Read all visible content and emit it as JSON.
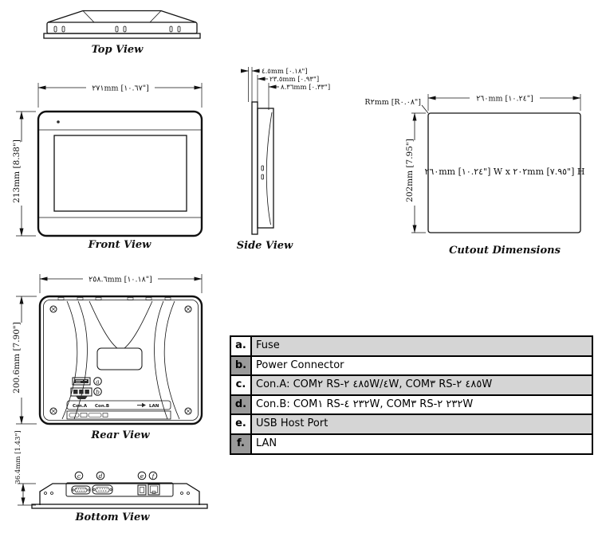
{
  "views": {
    "top": {
      "label": "Top View"
    },
    "front": {
      "label": "Front View",
      "width_dim": "٢٧١mm [١٠.٦٧\"]",
      "height_dim": "213mm [8.38\"]"
    },
    "side": {
      "label": "Side View",
      "dim1": "٤.٥mm [٠.١٨\"]",
      "dim2": "٢٣.٥mm [٠.٩٣\"]",
      "dim3": "٨.٣٦mm [٠.٣٣\"]"
    },
    "cutout": {
      "label": "Cutout Dimensions",
      "width_dim": "٢٦٠mm [١٠.٢٤\"]",
      "height_dim": "202mm [7.95\"]",
      "radius_dim": "R٢mm [R٠.٠٨\"]",
      "center_text": "٢٦٠mm [١٠.٢٤\"] W x ٢٠٢mm [٧.٩٥\"] H"
    },
    "rear": {
      "label": "Rear View",
      "width_dim": "٢٥٨.٦mm [١٠.١٨\"]",
      "height_dim": "200.6mm [7.90\"]",
      "callout_a": "a",
      "callout_b": "b",
      "port_strip": {
        "con_a": "Con.A",
        "con_b": "Con.B",
        "lan": "LAN"
      }
    },
    "bottom": {
      "label": "Bottom View",
      "height_dim": "36.4mm [1.43\"]",
      "callout_c": "c",
      "callout_d": "d",
      "callout_e": "e",
      "callout_f": "f"
    }
  },
  "legend": {
    "rows": [
      {
        "key": "a.",
        "label": "Fuse"
      },
      {
        "key": "b.",
        "label": "Power Connector"
      },
      {
        "key": "c.",
        "label": "Con.A: COM٢ RS-٤٨٥ ٢W/٤W, COM٣ RS-٤٨٥ ٢W"
      },
      {
        "key": "d.",
        "label": "Con.B: COM١ RS-٢٣٢ ٤W, COM٣ RS-٢٣٢ ٢W"
      },
      {
        "key": "e.",
        "label": "USB Host Port"
      },
      {
        "key": "f.",
        "label": "LAN"
      }
    ]
  },
  "icons": {
    "usb": "arrow-right",
    "callout_shape": "circle"
  },
  "colors": {
    "line": "#111111",
    "legend_row_shaded": "#d5d5d5",
    "legend_key_shaded": "#9a9a9a"
  }
}
